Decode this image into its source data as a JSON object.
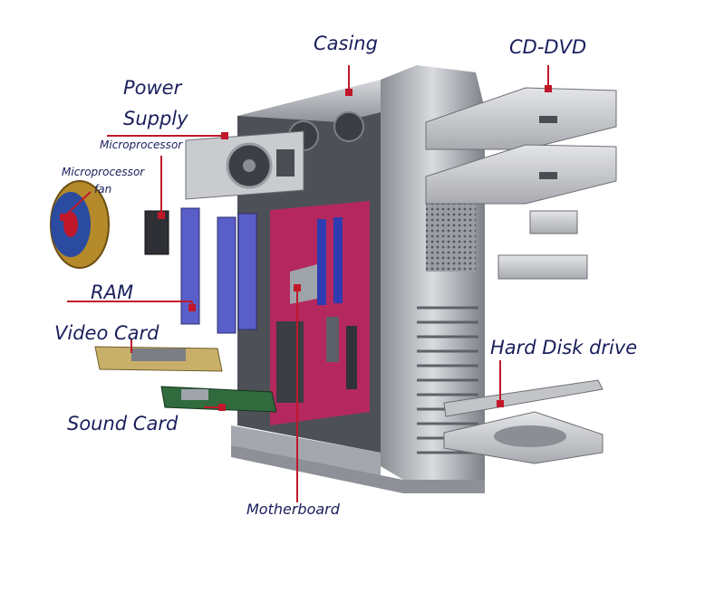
{
  "labels": {
    "casing": "Casing",
    "cd_dvd": "CD-DVD",
    "power_supply_line1": "Power",
    "power_supply_line2": "Supply",
    "microprocessor": "Microprocessor",
    "microprocessor_fan_line1": "Microprocessor",
    "microprocessor_fan_line2": "fan",
    "ram": "RAM",
    "video_card": "Video Card",
    "hard_disk_drive": "Hard Disk drive",
    "sound_card": "Sound Card",
    "motherboard": "Motherboard"
  },
  "colors": {
    "label_text": "#1a1f5c",
    "leader_line": "#c0182a",
    "motherboard": "#b5285e",
    "ram_module": "#5a5ec8",
    "case_metal": "#b9bcc2"
  }
}
